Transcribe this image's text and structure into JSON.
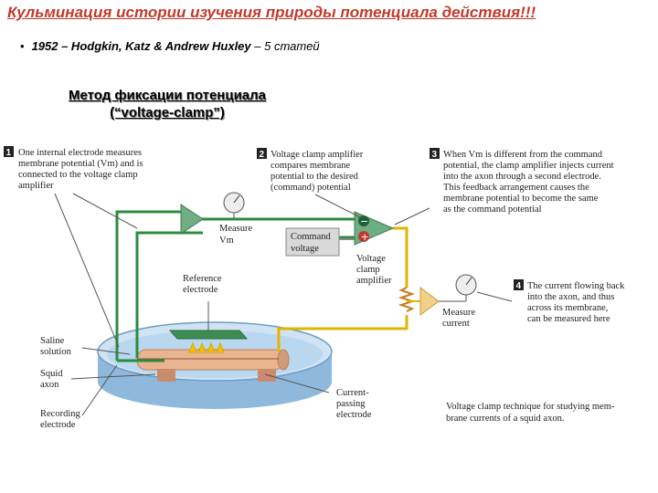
{
  "title": "Кульминация истории изучения природы потенциала действия!!!",
  "bullet": {
    "year": "1952 – Hodgkin, Katz & Andrew Huxley",
    "rest": " – 5 статей"
  },
  "method": {
    "line1": "Метод фиксации потенциала",
    "line2": "(“voltage-clamp”)"
  },
  "figure": {
    "callouts": [
      {
        "num": "1",
        "lines": [
          "One internal electrode measures",
          "membrane potential (Vm) and is",
          "connected to the voltage clamp",
          "amplifier"
        ]
      },
      {
        "num": "2",
        "lines": [
          "Voltage clamp amplifier",
          "compares membrane",
          "potential to the desired",
          "(command) potential"
        ]
      },
      {
        "num": "3",
        "lines": [
          "When Vm is different from the command",
          "potential, the clamp amplifier injects current",
          "into the axon through a second electrode.",
          "This feedback arrangement causes the",
          "membrane potential to become the same",
          "as the command potential"
        ]
      },
      {
        "num": "4",
        "lines": [
          "The current flowing back",
          "into the axon, and thus",
          "across its membrane,",
          "can be measured here"
        ]
      }
    ],
    "labels": {
      "measure_vm": [
        "Measure",
        "Vm"
      ],
      "command_voltage": [
        "Command",
        "voltage"
      ],
      "voltage_clamp_amplifier": [
        "Voltage",
        "clamp",
        "amplifier"
      ],
      "reference_electrode": [
        "Reference",
        "electrode"
      ],
      "measure_current": [
        "Measure",
        "current"
      ],
      "saline_solution": [
        "Saline",
        "solution"
      ],
      "squid_axon": [
        "Squid",
        "axon"
      ],
      "recording_electrode": [
        "Recording",
        "electrode"
      ],
      "current_passing_electrode": [
        "Current-",
        "passing",
        "electrode"
      ],
      "minus": "−",
      "plus": "+"
    },
    "caption": [
      "Voltage clamp technique for studying mem-",
      "brane currents of a squid axon."
    ]
  },
  "colors": {
    "title": "#c0392b",
    "green_wire": "#2e8b3e",
    "yellow_wire": "#e2b400",
    "amplifier": "#6fae82",
    "dish": "#b9d7ee",
    "axon": "#e9b48f"
  }
}
